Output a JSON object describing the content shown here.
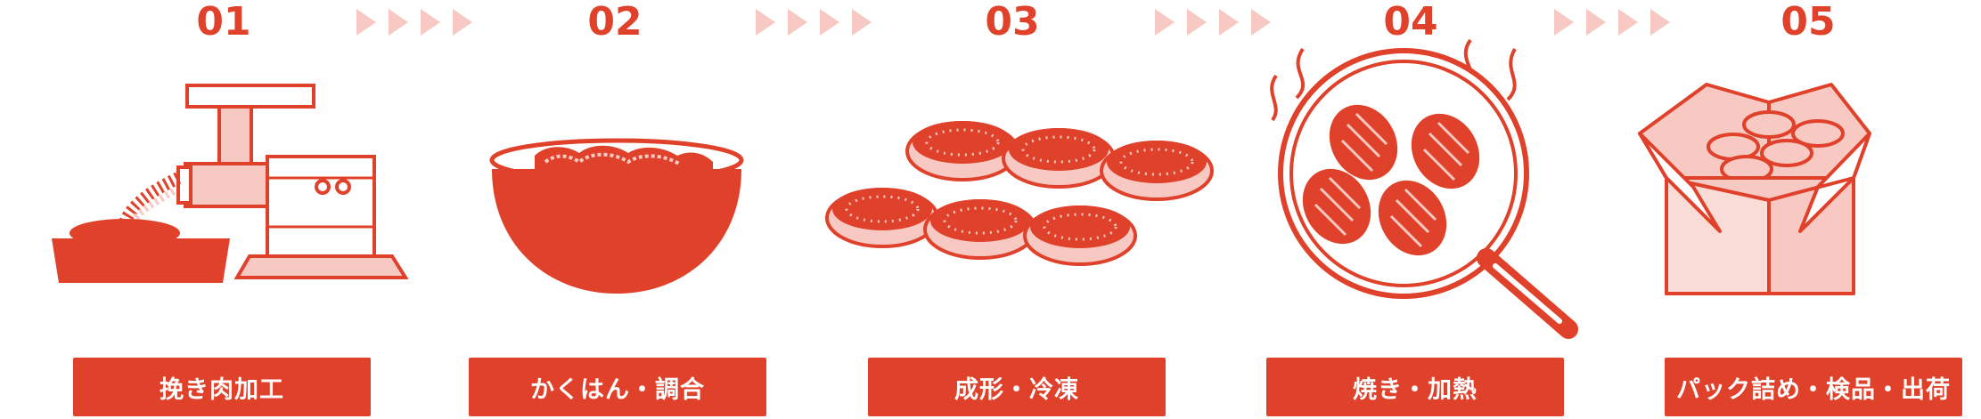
{
  "colors": {
    "accent": "#e0412a",
    "light": "#f7c9c2",
    "arrow": "#f7c9c2",
    "background": "#ffffff"
  },
  "steps": [
    {
      "number": "01",
      "label": "挽き肉加工",
      "icon": "meat-grinder-icon"
    },
    {
      "number": "02",
      "label": "かくはん・調合",
      "icon": "mixing-bowl-icon"
    },
    {
      "number": "03",
      "label": "成形・冷凍",
      "icon": "formed-patties-icon"
    },
    {
      "number": "04",
      "label": "焼き・加熱",
      "icon": "frying-pan-icon"
    },
    {
      "number": "05",
      "label": "パック詰め・検品・出荷",
      "icon": "shipping-box-icon"
    }
  ]
}
